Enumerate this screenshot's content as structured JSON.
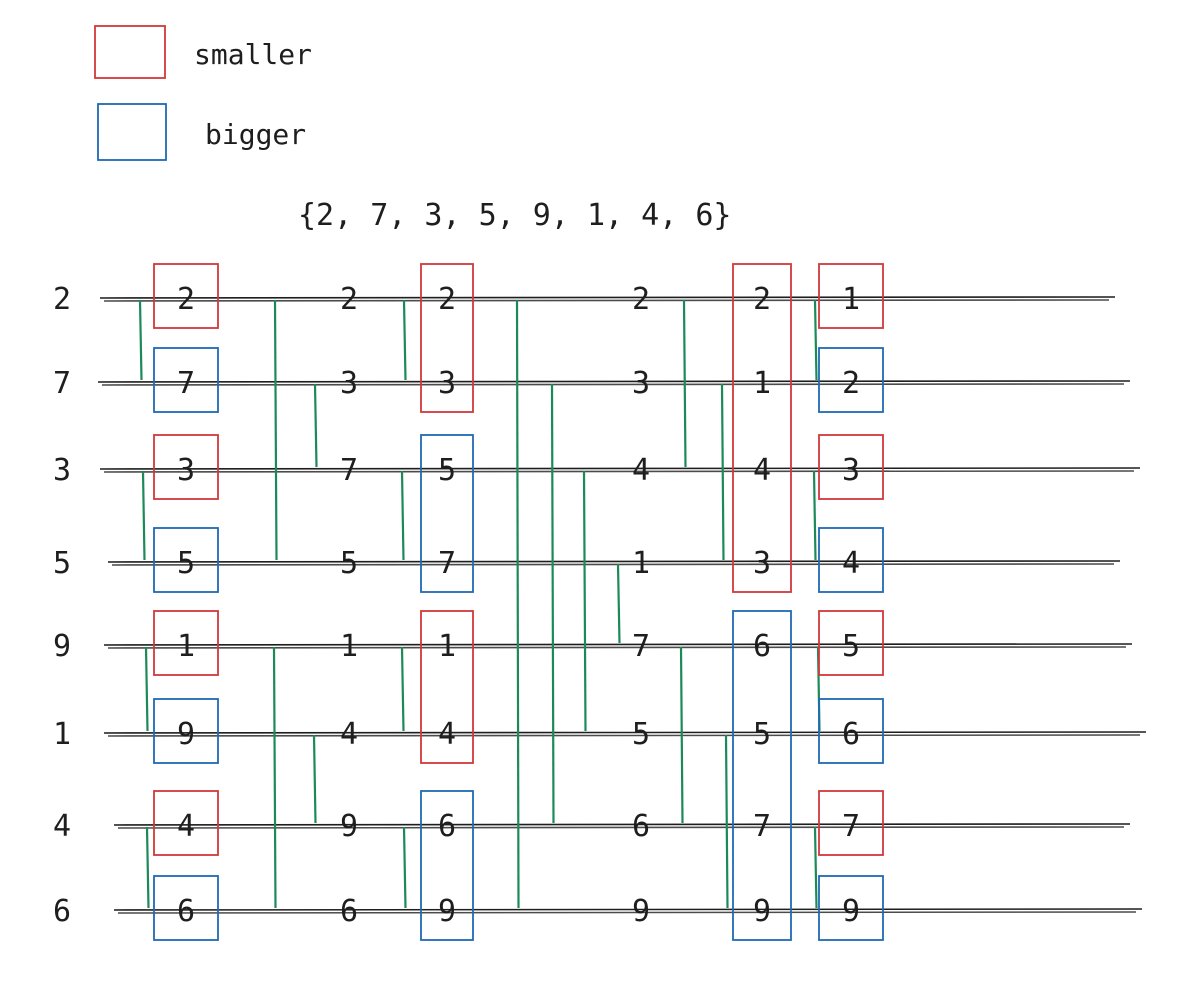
{
  "legend": [
    {
      "label": "smaller",
      "color": "#d1383a"
    },
    {
      "label": "bigger",
      "color": "#1f6ab5"
    }
  ],
  "title": "{2, 7, 3, 5, 9, 1, 4, 6}",
  "colors": {
    "smaller": "#d1383a",
    "bigger": "#1f6ab5",
    "comparator": "#1c8a58",
    "wire": "#1e1e1e"
  },
  "columns": [
    [
      "2",
      "7",
      "3",
      "5",
      "9",
      "1",
      "4",
      "6"
    ],
    [
      "2",
      "7",
      "3",
      "5",
      "1",
      "9",
      "4",
      "6"
    ],
    [
      "2",
      "3",
      "7",
      "5",
      "1",
      "4",
      "9",
      "6"
    ],
    [
      "2",
      "3",
      "5",
      "7",
      "1",
      "4",
      "6",
      "9"
    ],
    [
      "2",
      "3",
      "4",
      "1",
      "7",
      "5",
      "6",
      "9"
    ],
    [
      "2",
      "1",
      "4",
      "3",
      "6",
      "5",
      "7",
      "9"
    ],
    [
      "1",
      "2",
      "3",
      "4",
      "5",
      "6",
      "7",
      "9"
    ]
  ],
  "boxes": [
    {
      "column": 1,
      "from": 0,
      "to": 0,
      "kind": "smaller"
    },
    {
      "column": 1,
      "from": 1,
      "to": 1,
      "kind": "bigger"
    },
    {
      "column": 1,
      "from": 2,
      "to": 2,
      "kind": "smaller"
    },
    {
      "column": 1,
      "from": 3,
      "to": 3,
      "kind": "bigger"
    },
    {
      "column": 1,
      "from": 4,
      "to": 4,
      "kind": "smaller"
    },
    {
      "column": 1,
      "from": 5,
      "to": 5,
      "kind": "bigger"
    },
    {
      "column": 1,
      "from": 6,
      "to": 6,
      "kind": "smaller"
    },
    {
      "column": 1,
      "from": 7,
      "to": 7,
      "kind": "bigger"
    },
    {
      "column": 3,
      "from": 0,
      "to": 1,
      "kind": "smaller"
    },
    {
      "column": 3,
      "from": 2,
      "to": 3,
      "kind": "bigger"
    },
    {
      "column": 3,
      "from": 4,
      "to": 5,
      "kind": "smaller"
    },
    {
      "column": 3,
      "from": 6,
      "to": 7,
      "kind": "bigger"
    },
    {
      "column": 5,
      "from": 0,
      "to": 3,
      "kind": "smaller"
    },
    {
      "column": 5,
      "from": 4,
      "to": 7,
      "kind": "bigger"
    },
    {
      "column": 6,
      "from": 0,
      "to": 0,
      "kind": "smaller"
    },
    {
      "column": 6,
      "from": 1,
      "to": 1,
      "kind": "bigger"
    },
    {
      "column": 6,
      "from": 2,
      "to": 2,
      "kind": "smaller"
    },
    {
      "column": 6,
      "from": 3,
      "to": 3,
      "kind": "bigger"
    },
    {
      "column": 6,
      "from": 4,
      "to": 4,
      "kind": "smaller"
    },
    {
      "column": 6,
      "from": 5,
      "to": 5,
      "kind": "bigger"
    },
    {
      "column": 6,
      "from": 6,
      "to": 6,
      "kind": "smaller"
    },
    {
      "column": 6,
      "from": 7,
      "to": 7,
      "kind": "bigger"
    }
  ],
  "comparators": [
    {
      "after": 0,
      "a": 0,
      "b": 1
    },
    {
      "after": 0,
      "a": 2,
      "b": 3
    },
    {
      "after": 0,
      "a": 4,
      "b": 5
    },
    {
      "after": 0,
      "a": 6,
      "b": 7
    },
    {
      "after": 1,
      "a": 0,
      "b": 3
    },
    {
      "after": 1,
      "a": 4,
      "b": 7
    },
    {
      "after": 1,
      "a": 1,
      "b": 2
    },
    {
      "after": 1,
      "a": 5,
      "b": 6
    },
    {
      "after": 2,
      "a": 0,
      "b": 1
    },
    {
      "after": 2,
      "a": 2,
      "b": 3
    },
    {
      "after": 2,
      "a": 4,
      "b": 5
    },
    {
      "after": 2,
      "a": 6,
      "b": 7
    },
    {
      "after": 3,
      "a": 0,
      "b": 7
    },
    {
      "after": 3,
      "a": 1,
      "b": 6
    },
    {
      "after": 3,
      "a": 2,
      "b": 5
    },
    {
      "after": 3,
      "a": 3,
      "b": 4
    },
    {
      "after": 4,
      "a": 0,
      "b": 2
    },
    {
      "after": 4,
      "a": 1,
      "b": 3
    },
    {
      "after": 4,
      "a": 4,
      "b": 6
    },
    {
      "after": 4,
      "a": 5,
      "b": 7
    },
    {
      "after": 5,
      "a": 0,
      "b": 1
    },
    {
      "after": 5,
      "a": 2,
      "b": 3
    },
    {
      "after": 5,
      "a": 4,
      "b": 5
    },
    {
      "after": 5,
      "a": 6,
      "b": 7
    }
  ]
}
